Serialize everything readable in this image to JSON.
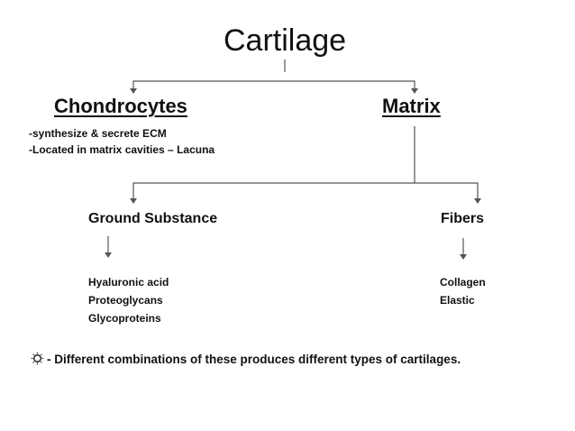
{
  "title": "Cartilage",
  "chondrocytes": {
    "heading": "Chondrocytes",
    "points": [
      "-synthesize & secrete ECM",
      "-Located in matrix cavities – Lacuna"
    ]
  },
  "matrix": {
    "heading": "Matrix"
  },
  "ground_substance": {
    "heading": "Ground Substance",
    "items": [
      "Hyaluronic acid",
      "Proteoglycans",
      "Glycoproteins"
    ]
  },
  "fibers": {
    "heading": "Fibers",
    "items": [
      "Collagen",
      "Elastic"
    ]
  },
  "note": {
    "icon": "sun-gear-icon",
    "text": "- Different combinations of these produces different types of cartilages."
  }
}
